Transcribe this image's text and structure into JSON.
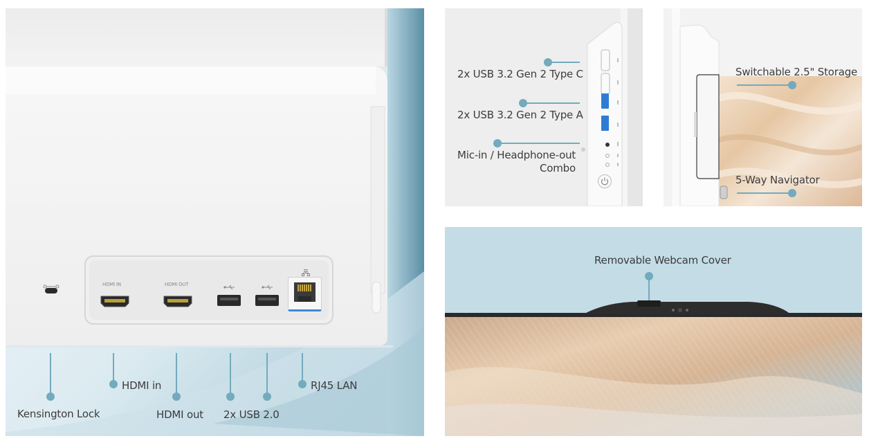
{
  "main_panel": {
    "ports": {
      "hdmi_in_label": "HDMI IN",
      "hdmi_out_label": "HDMI OUT"
    },
    "callouts": {
      "kensington": "Kensington Lock",
      "hdmi_in": "HDMI in",
      "hdmi_out": "HDMI out",
      "usb2": "2x USB 2.0",
      "rj45": "RJ45 LAN"
    }
  },
  "side_panel": {
    "callouts": {
      "usb_c": "2x USB 3.2 Gen 2 Type C",
      "usb_a": "2x USB 3.2 Gen 2 Type A",
      "mic_line1": "Mic-in / Headphone-out",
      "mic_line2": "Combo"
    }
  },
  "back_panel": {
    "callouts": {
      "storage": "Switchable 2.5\" Storage",
      "navigator": "5-Way Navigator"
    }
  },
  "webcam_panel": {
    "callouts": {
      "webcam": "Removable Webcam Cover"
    }
  },
  "colors": {
    "accent": "#73aabd",
    "text": "#3c3c3c",
    "usb3_blue": "#2e7bd6",
    "sky": "#c3dce6"
  },
  "icons": [
    "kensington-lock-icon",
    "usb-icon",
    "network-icon",
    "power-icon"
  ]
}
